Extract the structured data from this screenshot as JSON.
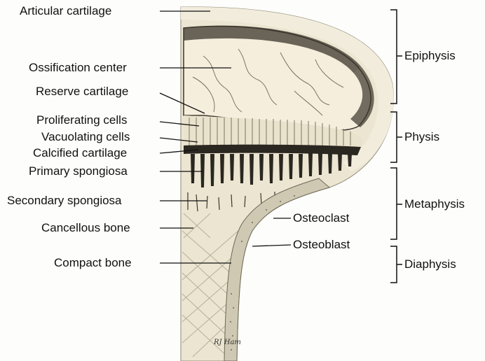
{
  "left_labels": [
    {
      "id": "articular-cartilage",
      "text": "Articular cartilage"
    },
    {
      "id": "ossification-center",
      "text": "Ossification center"
    },
    {
      "id": "reserve-cartilage",
      "text": "Reserve cartilage"
    },
    {
      "id": "proliferating-cells",
      "text": "Proliferating cells"
    },
    {
      "id": "vacuolating-cells",
      "text": "Vacuolating cells"
    },
    {
      "id": "calcified-cartilage",
      "text": "Calcified cartilage"
    },
    {
      "id": "primary-spongiosa",
      "text": "Primary spongiosa"
    },
    {
      "id": "secondary-spongiosa",
      "text": "Secondary spongiosa"
    },
    {
      "id": "cancellous-bone",
      "text": "Cancellous bone"
    },
    {
      "id": "compact-bone",
      "text": "Compact bone"
    }
  ],
  "inner_labels": [
    {
      "id": "osteoclast",
      "text": "Osteoclast"
    },
    {
      "id": "osteoblast",
      "text": "Osteoblast"
    }
  ],
  "region_labels": [
    {
      "id": "epiphysis",
      "text": "Epiphysis"
    },
    {
      "id": "physis",
      "text": "Physis"
    },
    {
      "id": "metaphysis",
      "text": "Metaphysis"
    },
    {
      "id": "diaphysis",
      "text": "Diaphysis"
    }
  ],
  "signature": "RJ Ham",
  "colors": {
    "cartilage": "#efe9d6",
    "bone": "#e7e1cc",
    "marrow": "#f6eedd",
    "dark": "#2a2620",
    "cortex": "#cfc8b2"
  }
}
